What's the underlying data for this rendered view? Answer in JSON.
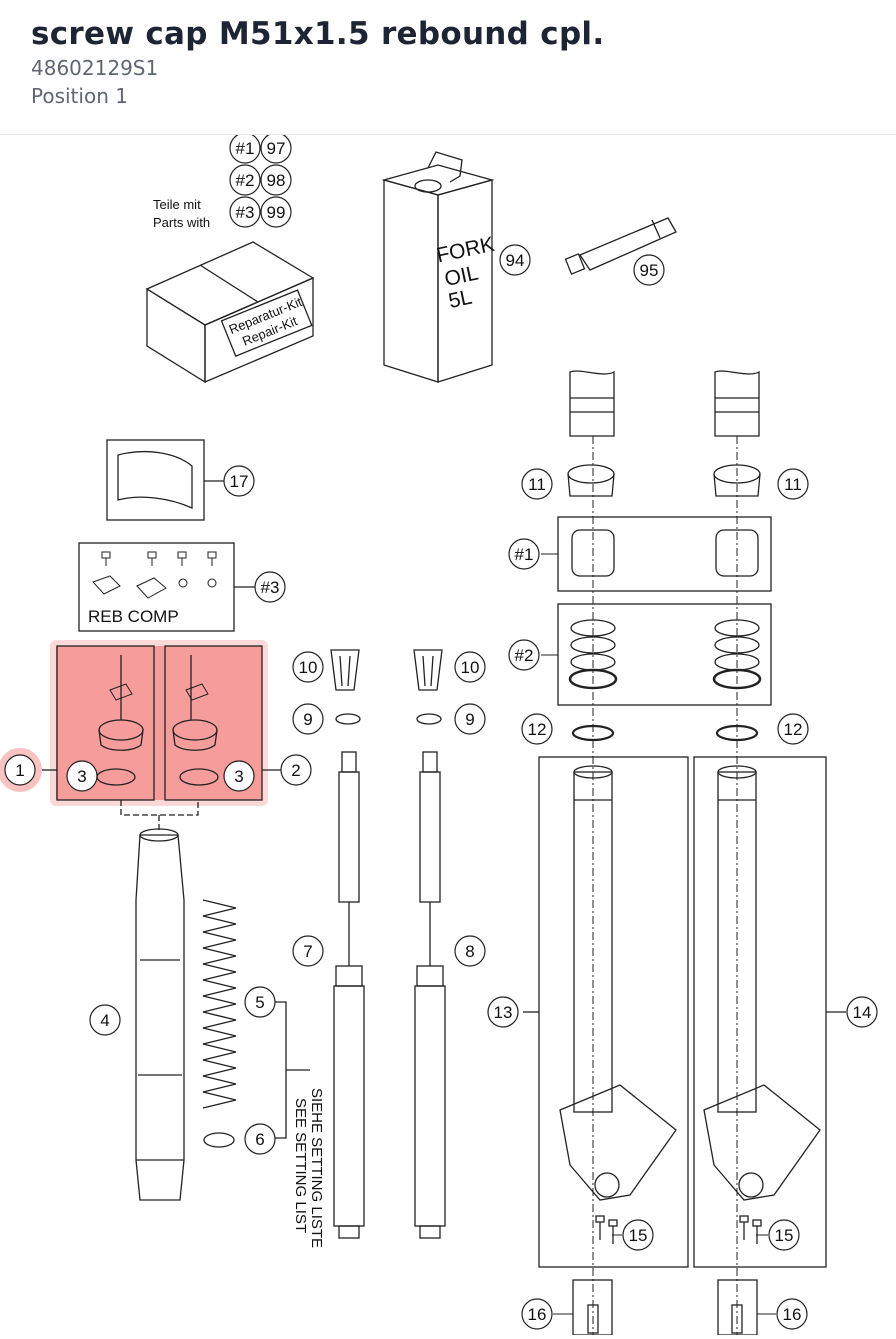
{
  "header": {
    "title": "screw cap M51x1.5 rebound cpl.",
    "part_number": "48602129S1",
    "position": "Position 1"
  },
  "diagram": {
    "highlight_color": "#ef5350",
    "callouts": [
      "#1",
      "#2",
      "#3",
      "97",
      "98",
      "99",
      "94",
      "95",
      "17",
      "11",
      "10",
      "9",
      "12",
      "1",
      "2",
      "3",
      "7",
      "8",
      "5",
      "6",
      "4",
      "13",
      "14",
      "15",
      "16"
    ],
    "labels": {
      "kit_de": "Teile mit",
      "kit_en": "Parts with",
      "box_de": "Reparatur-Kit",
      "box_en": "Repair-Kit",
      "oil_line1": "FORK",
      "oil_line2": "OIL",
      "oil_line3": "5L",
      "reb_comp": "REB COMP",
      "setting_de": "SIEHE SETTING LISTE",
      "setting_en": "SEE SETTING LIST"
    }
  }
}
